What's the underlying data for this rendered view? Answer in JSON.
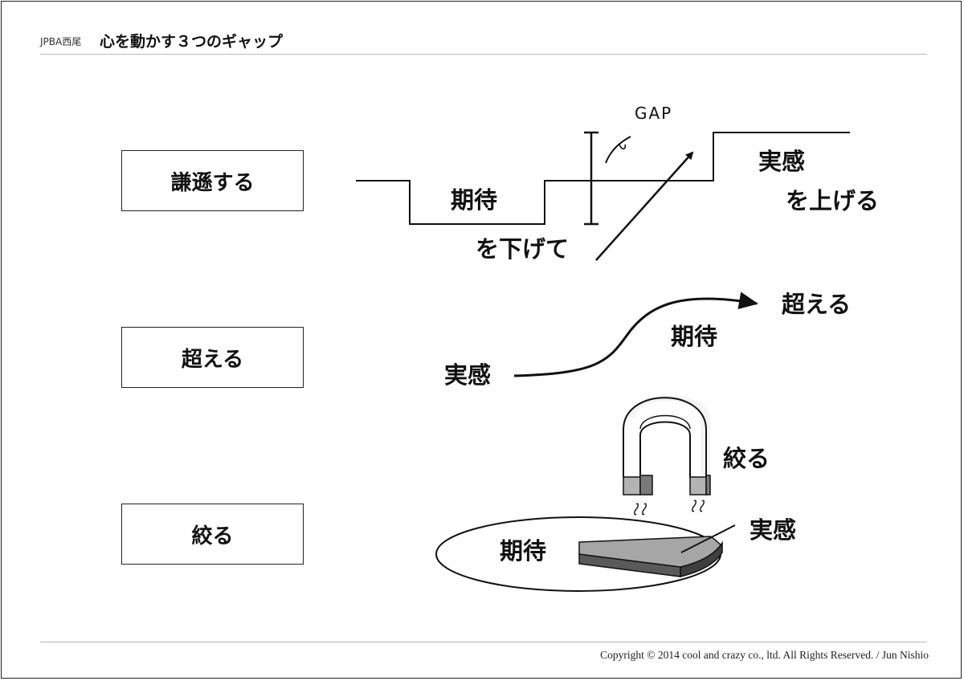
{
  "header": {
    "author": "JPBA西尾",
    "title": "心を動かす３つのギャップ"
  },
  "boxes": [
    "謙遜する",
    "超える",
    "絞る"
  ],
  "row1": {
    "expectation": "期待",
    "lower": "を下げて",
    "gap": "GAP",
    "reality": "実感",
    "raise": "を上げる"
  },
  "row2": {
    "reality": "実感",
    "expectation": "期待",
    "exceed": "超える"
  },
  "row3": {
    "narrow": "絞る",
    "reality": "実感",
    "expectation": "期待"
  },
  "footer": {
    "copyright": "Copyright © 2014 cool and crazy co., ltd. All Rights Reserved. / Jun Nishio"
  }
}
